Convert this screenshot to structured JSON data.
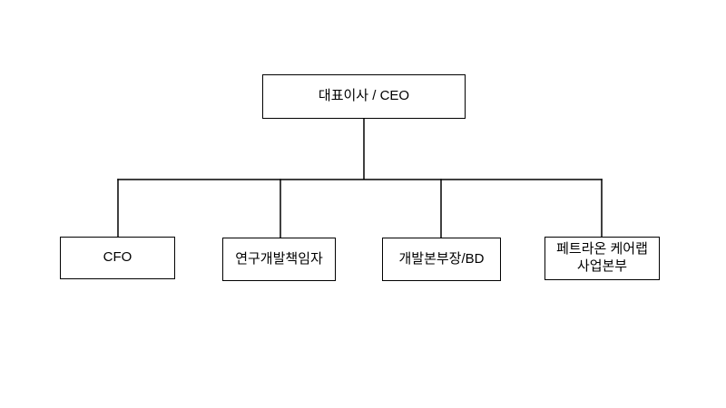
{
  "diagram": {
    "type": "org-chart",
    "root": {
      "label": "대표이사 / CEO"
    },
    "children": [
      {
        "label": "CFO"
      },
      {
        "label": "연구개발책임자"
      },
      {
        "label": "개발본부장/BD"
      },
      {
        "label": "페트라온 케어랩\n사업본부"
      }
    ],
    "colors": {
      "line": "#000000",
      "box_border": "#000000",
      "box_fill": "#ffffff",
      "text": "#000000",
      "background": "#ffffff"
    }
  }
}
